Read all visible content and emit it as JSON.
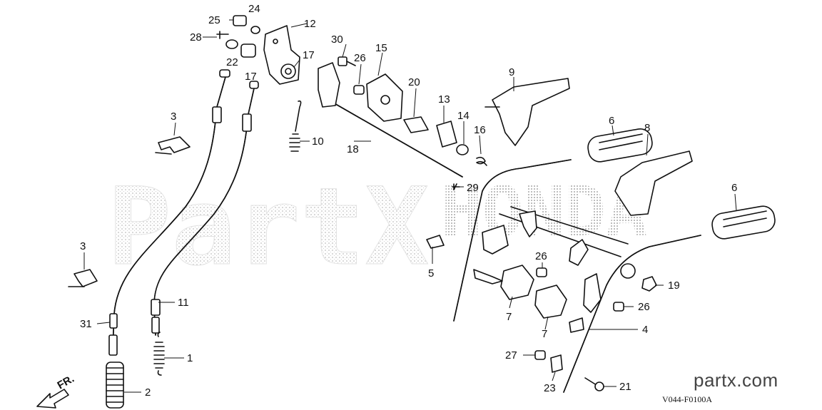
{
  "watermark": {
    "left": "PartX",
    "right": "HONDA"
  },
  "brand": "partx.com",
  "diagram_code": "V044-F0100A",
  "direction_label": "FR.",
  "callouts": [
    {
      "id": "c25",
      "text": "25"
    },
    {
      "id": "c24",
      "text": "24"
    },
    {
      "id": "c12",
      "text": "12"
    },
    {
      "id": "c28",
      "text": "28"
    },
    {
      "id": "c22",
      "text": "22"
    },
    {
      "id": "c17a",
      "text": "17"
    },
    {
      "id": "c17b",
      "text": "17"
    },
    {
      "id": "c30",
      "text": "30"
    },
    {
      "id": "c26a",
      "text": "26"
    },
    {
      "id": "c15",
      "text": "15"
    },
    {
      "id": "c20",
      "text": "20"
    },
    {
      "id": "c13",
      "text": "13"
    },
    {
      "id": "c14",
      "text": "14"
    },
    {
      "id": "c16",
      "text": "16"
    },
    {
      "id": "c9",
      "text": "9"
    },
    {
      "id": "c3a",
      "text": "3"
    },
    {
      "id": "c10",
      "text": "10"
    },
    {
      "id": "c18",
      "text": "18"
    },
    {
      "id": "c6a",
      "text": "6"
    },
    {
      "id": "c8",
      "text": "8"
    },
    {
      "id": "c29",
      "text": "29"
    },
    {
      "id": "c6b",
      "text": "6"
    },
    {
      "id": "c5",
      "text": "5"
    },
    {
      "id": "c3b",
      "text": "3"
    },
    {
      "id": "c26b",
      "text": "26"
    },
    {
      "id": "c19",
      "text": "19"
    },
    {
      "id": "c11",
      "text": "11"
    },
    {
      "id": "c26c",
      "text": "26"
    },
    {
      "id": "c31",
      "text": "31"
    },
    {
      "id": "c7a",
      "text": "7"
    },
    {
      "id": "c7b",
      "text": "7"
    },
    {
      "id": "c4",
      "text": "4"
    },
    {
      "id": "c1",
      "text": "1"
    },
    {
      "id": "c27",
      "text": "27"
    },
    {
      "id": "c2",
      "text": "2"
    },
    {
      "id": "c23",
      "text": "23"
    },
    {
      "id": "c21",
      "text": "21"
    }
  ]
}
